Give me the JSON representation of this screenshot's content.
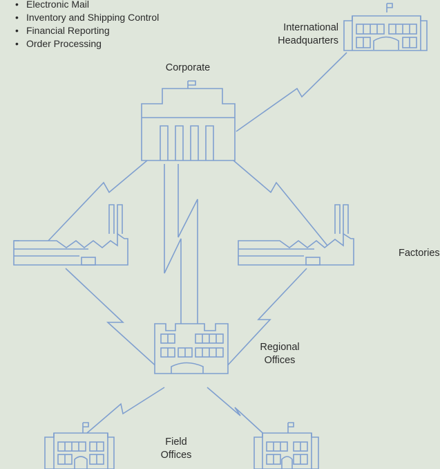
{
  "bullets": [
    "Electronic Mail",
    "Inventory and Shipping Control",
    "Financial Reporting",
    "Order Processing"
  ],
  "labels": {
    "international_hq": [
      "International",
      "Headquarters"
    ],
    "corporate": "Corporate",
    "factories": "Factories",
    "regional_offices": [
      "Regional",
      "Offices"
    ],
    "field_offices": [
      "Field",
      "Offices"
    ]
  },
  "colors": {
    "background": "#dfe6db",
    "lines": "#7f9fcf",
    "text": "#2a2a2a"
  }
}
